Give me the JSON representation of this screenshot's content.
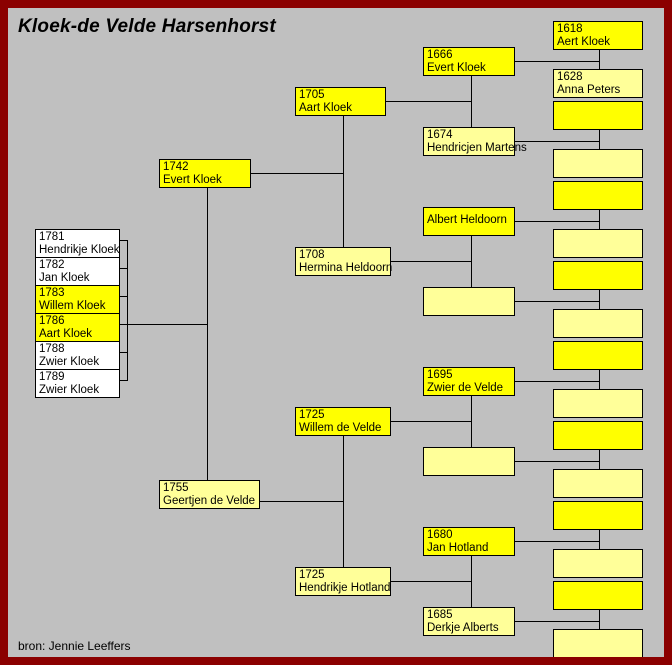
{
  "chart": {
    "title": "Kloek-de Velde Harsenhorst",
    "source": "bron: Jennie Leeffers",
    "frame_color": "#8b0000",
    "background_color": "#c0c0c0",
    "colors": {
      "bright_yellow": "#ffff00",
      "light_yellow": "#ffff99",
      "white": "#ffffff",
      "line": "#000000"
    }
  },
  "children": [
    {
      "year": "1781",
      "name": "Hendrikje Kloek",
      "fill": "white"
    },
    {
      "year": "1782",
      "name": "Jan Kloek",
      "fill": "white"
    },
    {
      "year": "1783",
      "name": "Willem Kloek",
      "fill": "bright"
    },
    {
      "year": "1786",
      "name": "Aart Kloek",
      "fill": "bright"
    },
    {
      "year": "1788",
      "name": "Zwier Kloek",
      "fill": "white"
    },
    {
      "year": "1789",
      "name": "Zwier Kloek",
      "fill": "white"
    }
  ],
  "parents": [
    {
      "year": "1742",
      "name": "Evert Kloek",
      "fill": "bright"
    },
    {
      "year": "1755",
      "name": "Geertjen de Velde",
      "fill": "light"
    }
  ],
  "grandparents": [
    {
      "year": "1705",
      "name": "Aart Kloek",
      "fill": "bright"
    },
    {
      "year": "1708",
      "name": "Hermina Heldoorn",
      "fill": "light"
    },
    {
      "year": "1725",
      "name": "Willem de Velde",
      "fill": "bright"
    },
    {
      "year": "1725",
      "name": "Hendrikje Hotland",
      "fill": "light"
    }
  ],
  "great_grandparents": [
    {
      "year": "1666",
      "name": "Evert Kloek",
      "fill": "bright"
    },
    {
      "year": "1674",
      "name": "Hendricjen Martens",
      "fill": "light"
    },
    {
      "year": "",
      "name": "Albert Heldoorn",
      "fill": "bright"
    },
    {
      "year": "",
      "name": "",
      "fill": "light"
    },
    {
      "year": "1695",
      "name": "Zwier de Velde",
      "fill": "bright"
    },
    {
      "year": "",
      "name": "",
      "fill": "light"
    },
    {
      "year": "1680",
      "name": "Jan Hotland",
      "fill": "bright"
    },
    {
      "year": "1685",
      "name": "Derkje Alberts",
      "fill": "light"
    }
  ],
  "great_great_grandparents": [
    {
      "year": "1618",
      "name": "Aert Kloek",
      "fill": "bright"
    },
    {
      "year": "1628",
      "name": "Anna Peters",
      "fill": "light"
    },
    {
      "year": "",
      "name": "",
      "fill": "bright"
    },
    {
      "year": "",
      "name": "",
      "fill": "light"
    },
    {
      "year": "",
      "name": "",
      "fill": "bright"
    },
    {
      "year": "",
      "name": "",
      "fill": "light"
    },
    {
      "year": "",
      "name": "",
      "fill": "bright"
    },
    {
      "year": "",
      "name": "",
      "fill": "light"
    },
    {
      "year": "",
      "name": "",
      "fill": "bright"
    },
    {
      "year": "",
      "name": "",
      "fill": "light"
    },
    {
      "year": "",
      "name": "",
      "fill": "bright"
    },
    {
      "year": "",
      "name": "",
      "fill": "light"
    },
    {
      "year": "",
      "name": "",
      "fill": "bright"
    },
    {
      "year": "",
      "name": "",
      "fill": "light"
    },
    {
      "year": "",
      "name": "",
      "fill": "bright"
    },
    {
      "year": "",
      "name": "",
      "fill": "light"
    }
  ]
}
